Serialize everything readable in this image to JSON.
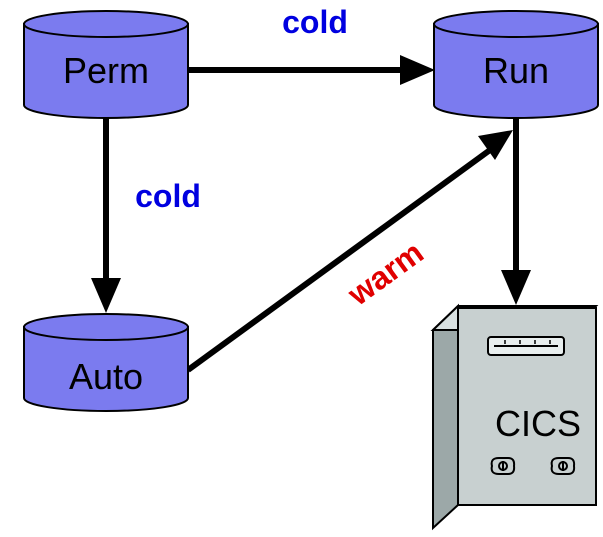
{
  "nodes": {
    "perm": {
      "label": "Perm"
    },
    "run": {
      "label": "Run"
    },
    "auto": {
      "label": "Auto"
    }
  },
  "edges": {
    "perm_run": {
      "label": "cold"
    },
    "perm_auto": {
      "label": "cold"
    },
    "auto_run": {
      "label": "warm"
    }
  },
  "server": {
    "label": "CICS"
  },
  "colors": {
    "cylinder_fill": "#7B7BEF",
    "cylinder_stroke": "#000000",
    "cold_label": "#0000E0",
    "warm_label": "#E00000",
    "server_fill": "#C8D0D0"
  }
}
